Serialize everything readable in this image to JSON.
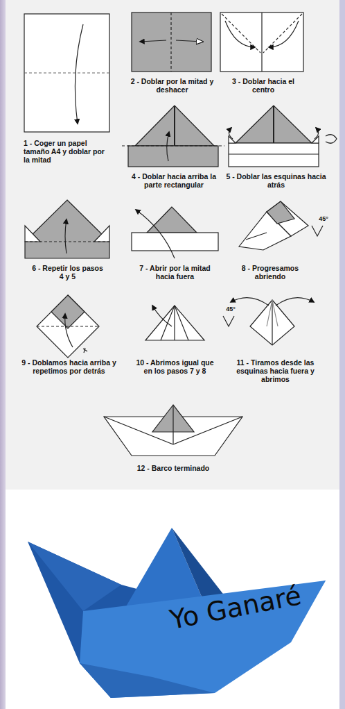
{
  "diagram": {
    "labels": [
      "1 - Coger un papel tamaño A4 y doblar por la mitad",
      "2 - Doblar por la mitad y deshacer",
      "3 - Doblar hacia el centro",
      "4 - Doblar hacia arriba la parte rectangular",
      "5 - Doblar las esquinas hacia atrás",
      "6 - Repetir los pasos 4 y 5",
      "7 - Abrir por la mitad hacia fuera",
      "8 - Progresamos abriendo",
      "45°",
      "9 - Doblamos hacia arriba y repetimos por detrás",
      "10 - Abrimos igual que en los pasos 7 y 8",
      "45°",
      "11 - Tiramos desde las esquinas hacia fuera y abrimos",
      "12 - Barco terminado",
      "Yo Ganaré"
    ]
  }
}
